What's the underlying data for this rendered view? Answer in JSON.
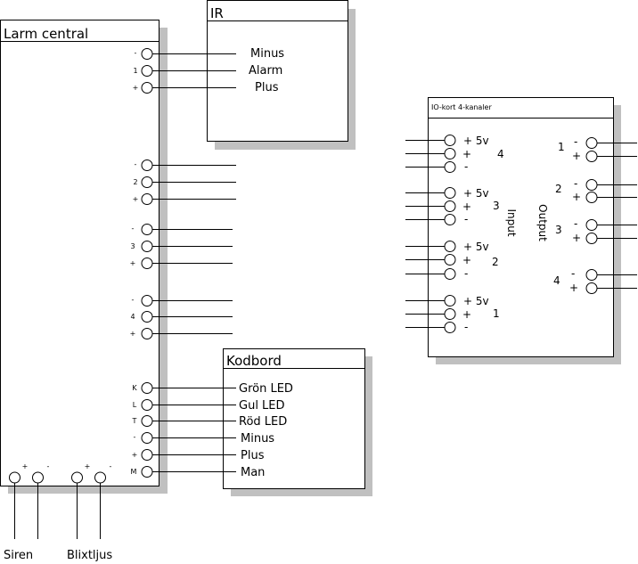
{
  "larm_central": {
    "title": "Larm central",
    "terminal_labels": [
      "-",
      "1",
      "+",
      "-",
      "2",
      "+",
      "-",
      "3",
      "+",
      "-",
      "4",
      "+",
      "K",
      "L",
      "T",
      "-",
      "+",
      "M"
    ],
    "bottom_terminal_labels": [
      "+",
      "-",
      "+",
      "-"
    ],
    "bottom_outputs": [
      "Siren",
      "Blixtljus"
    ]
  },
  "ir": {
    "title": "IR",
    "labels": [
      "Minus",
      "Alarm",
      "Plus"
    ]
  },
  "kodbord": {
    "title": "Kodbord",
    "labels": [
      "Grön LED",
      "Gul LED",
      "Röd LED",
      "Minus",
      "Plus",
      "Man"
    ]
  },
  "io_kort": {
    "title": "IO-kort 4-kanaler",
    "input_label": "Input",
    "output_label": "Output",
    "inputs": [
      {
        "channel": "4",
        "pins": [
          "+ 5v",
          "+",
          "-"
        ]
      },
      {
        "channel": "3",
        "pins": [
          "+ 5v",
          "+",
          "-"
        ]
      },
      {
        "channel": "2",
        "pins": [
          "+ 5v",
          "+",
          "-"
        ]
      },
      {
        "channel": "1",
        "pins": [
          "+ 5v",
          "+",
          "-"
        ]
      }
    ],
    "outputs": [
      {
        "channel": "1",
        "pins": [
          "-",
          "+"
        ]
      },
      {
        "channel": "2",
        "pins": [
          "-",
          "+"
        ]
      },
      {
        "channel": "3",
        "pins": [
          "-",
          "+"
        ]
      },
      {
        "channel": "4",
        "pins": [
          "-",
          "+"
        ]
      }
    ]
  },
  "colors": {
    "shadow": "#c0c0c0",
    "line": "#000000",
    "box": "#ffffff"
  }
}
